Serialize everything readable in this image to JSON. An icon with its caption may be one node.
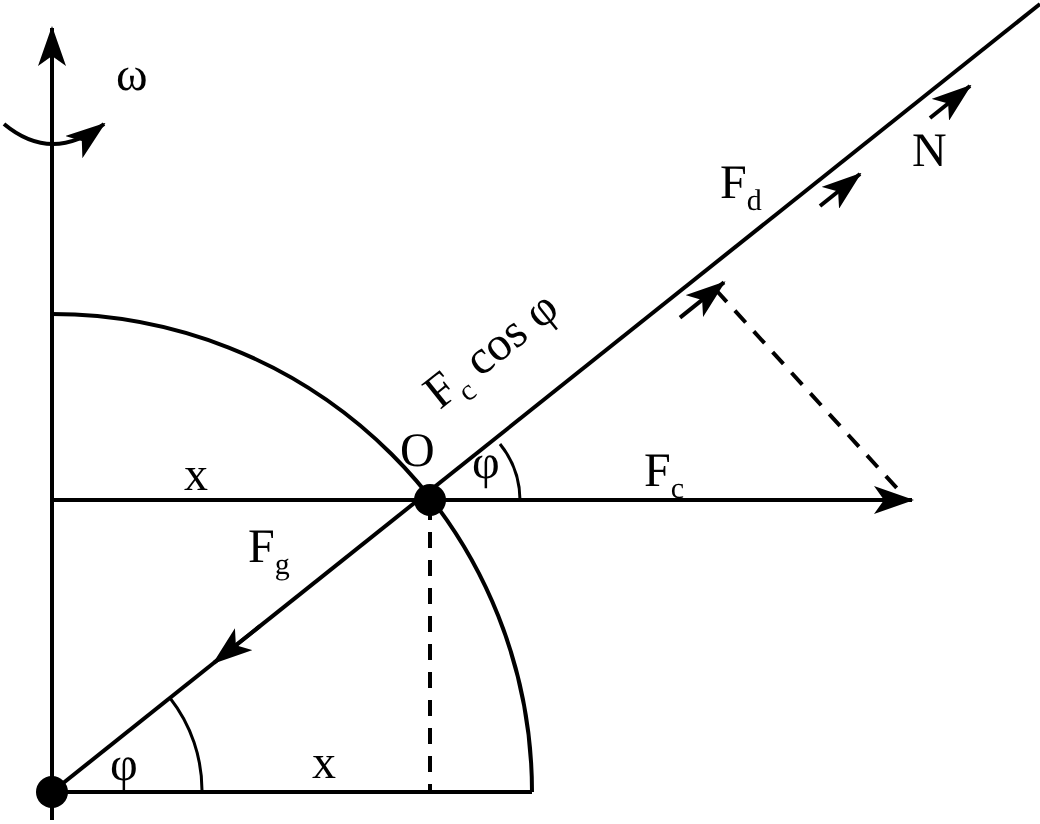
{
  "diagram": {
    "labels": [
      "ω",
      "N",
      "F$_{d}$",
      "F$_{c}$ cos φ",
      "O",
      "x",
      "φ",
      "F$_{c}$",
      "F$_{g}$",
      "φ",
      "x"
    ]
  }
}
